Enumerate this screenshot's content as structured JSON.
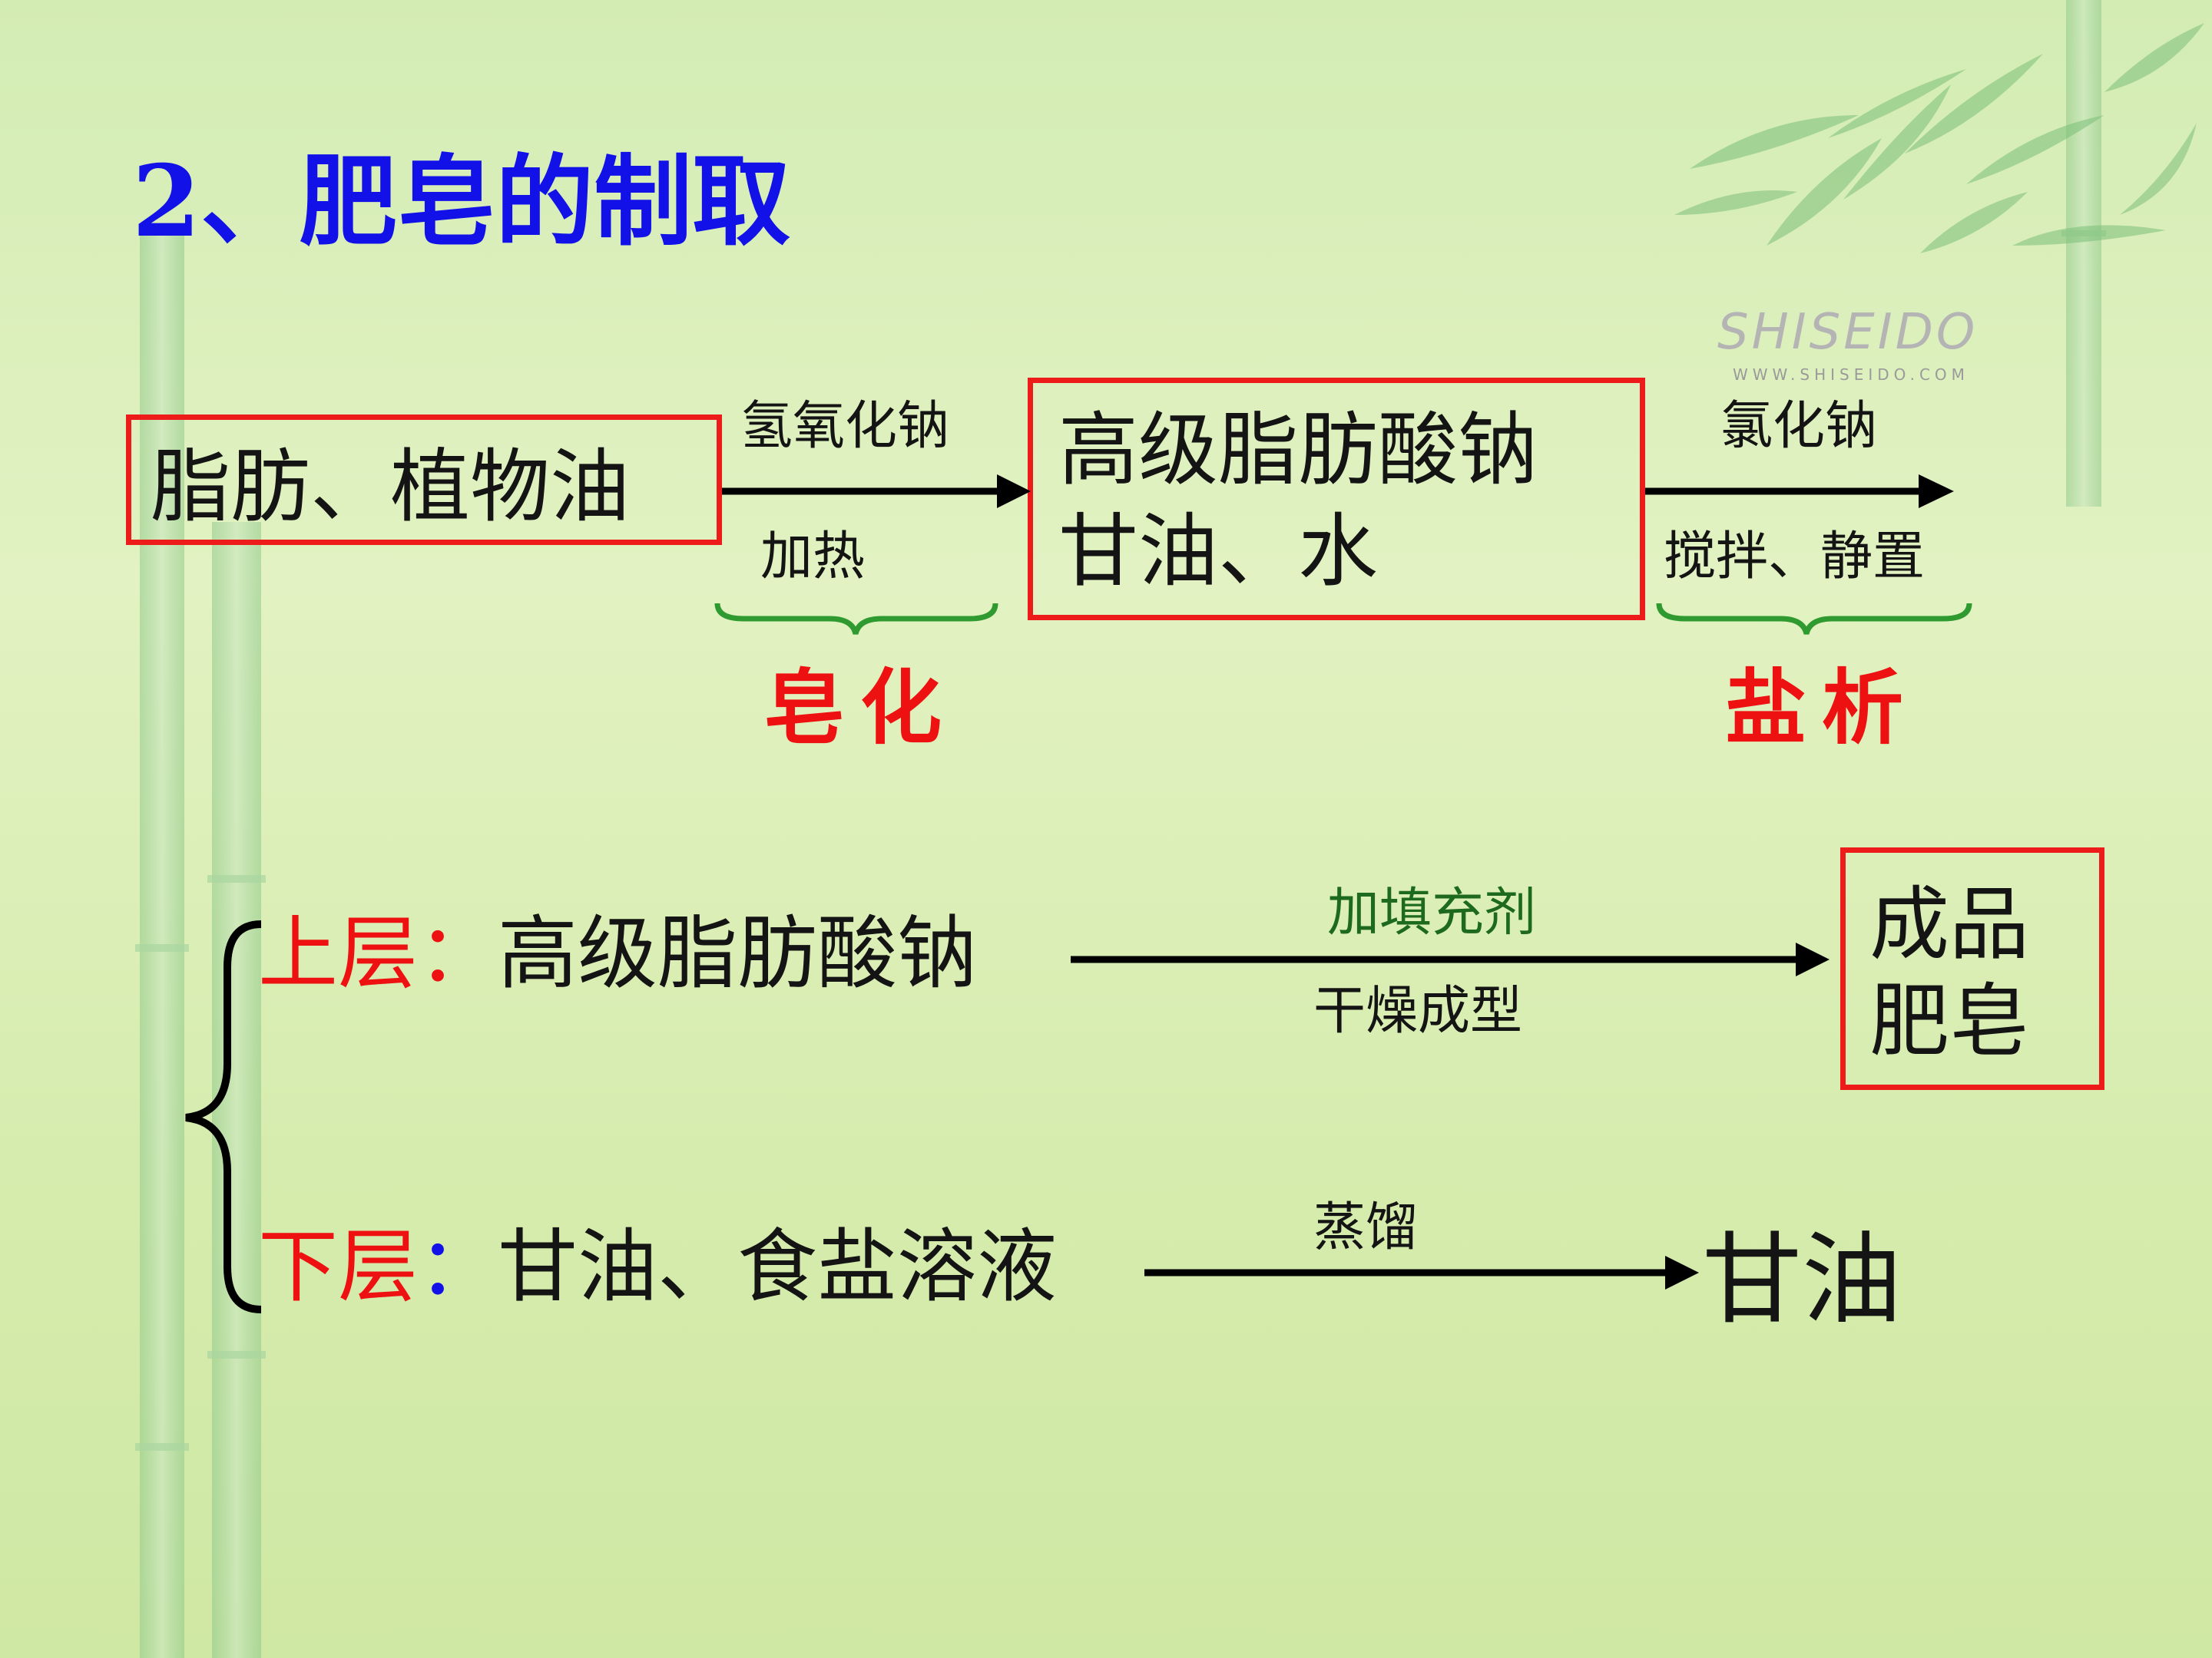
{
  "title": "2、肥皂的制取",
  "logo": {
    "name": "SHISEIDO",
    "url": "WWW.SHISEIDO.COM"
  },
  "step1": {
    "start": "脂肪、植物油",
    "reagent_top": "氢氧化钠",
    "reagent_bottom": "加热",
    "process": "皂化",
    "middle_line1": "高级脂肪酸钠",
    "middle_line2": "甘油、水",
    "reagent2_top": "氯化钠",
    "reagent2_bottom": "搅拌、静置",
    "process2": "盐析"
  },
  "upper": {
    "label": "上层",
    "colon": "：",
    "content": "高级脂肪酸钠",
    "reagent_top": "加填充剂",
    "reagent_bottom": "干燥成型",
    "product_line1": "成品",
    "product_line2": "肥皂"
  },
  "lower": {
    "label": "下层",
    "colon": "：",
    "content": "甘油、食盐溶液",
    "reagent_top": "蒸馏",
    "product": "甘油"
  },
  "colors": {
    "title": "#1212e8",
    "box": "#ee1b1b",
    "process": "#ee1111",
    "brace": "#2f9a2f",
    "reagent_green": "#1d6a1d"
  }
}
